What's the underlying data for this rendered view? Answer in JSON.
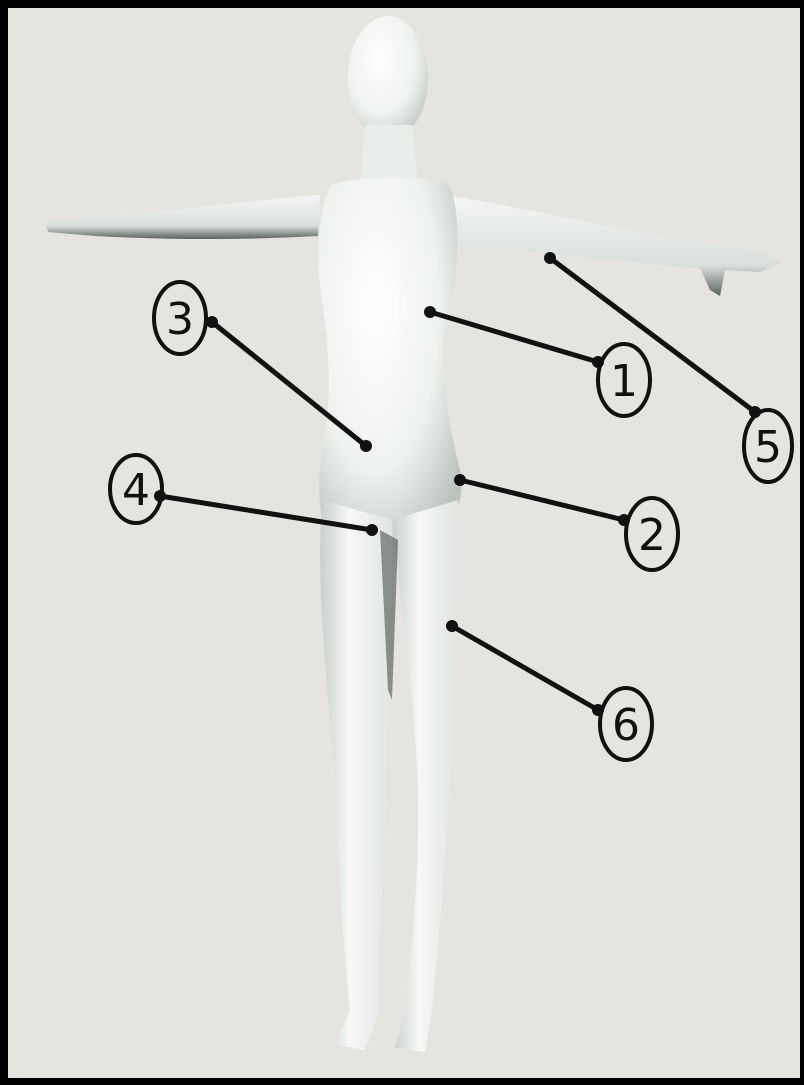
{
  "figure": {
    "subject": "female-body-3d-model",
    "background_color": "#e6e4de",
    "frame_color": "#000000",
    "skin_color": "#f1f3f1",
    "leader_color": "#111111"
  },
  "callouts": [
    {
      "number": "1"
    },
    {
      "number": "2"
    },
    {
      "number": "3"
    },
    {
      "number": "4"
    },
    {
      "number": "5"
    },
    {
      "number": "6"
    }
  ]
}
